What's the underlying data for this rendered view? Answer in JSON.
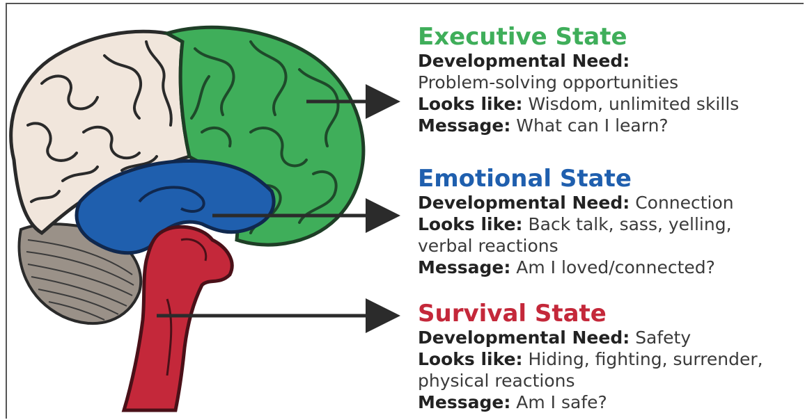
{
  "colors": {
    "executive": "#3fae5a",
    "emotional": "#1f5fae",
    "survival": "#c4283a",
    "cortex_left": "#f1e6dc",
    "cerebellum": "#8a8178",
    "arrow": "#2b2b2b"
  },
  "states": [
    {
      "title": "Executive State",
      "need_label": "Developmental Need:",
      "need_value": "",
      "need_value_line2": "Problem-solving opportunities",
      "looks_label": "Looks like:",
      "looks_value": "Wisdom, unlimited skills",
      "looks_value_line2": "",
      "message_label": "Message:",
      "message_value": "What can I learn?"
    },
    {
      "title": "Emotional State",
      "need_label": "Developmental Need:",
      "need_value": "Connection",
      "need_value_line2": "",
      "looks_label": "Looks like:",
      "looks_value": "Back talk, sass, yelling,",
      "looks_value_line2": "verbal reactions",
      "message_label": "Message:",
      "message_value": "Am I loved/connected?"
    },
    {
      "title": "Survival State",
      "need_label": "Developmental Need:",
      "need_value": "Safety",
      "need_value_line2": "",
      "looks_label": "Looks like:",
      "looks_value": "Hiding, fighting, surrender,",
      "looks_value_line2": "physical reactions",
      "message_label": "Message:",
      "message_value": "Am I safe?"
    }
  ]
}
